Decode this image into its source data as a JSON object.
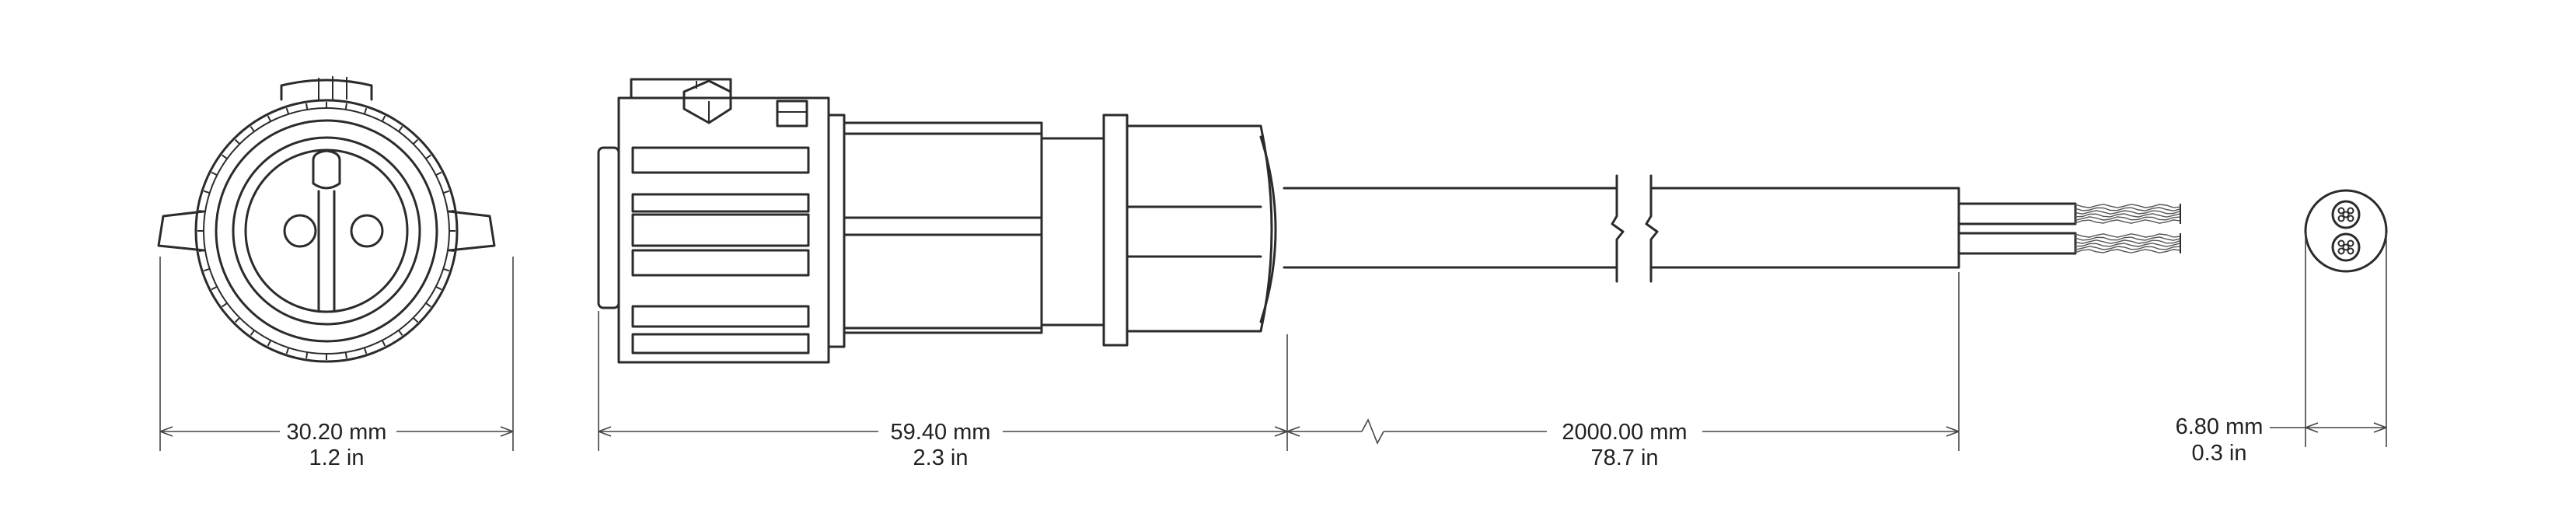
{
  "dimensions": {
    "face_width": {
      "metric": "30.20 mm",
      "imperial": "1.2 in"
    },
    "connector_length": {
      "metric": "59.40 mm",
      "imperial": "2.3 in"
    },
    "cable_length": {
      "metric": "2000.00 mm",
      "imperial": "78.7 in"
    },
    "cable_diameter": {
      "metric": "6.80 mm",
      "imperial": "0.3 in"
    }
  },
  "colors": {
    "line": "#2b2b2b",
    "dimension": "#444444",
    "background": "#ffffff"
  }
}
